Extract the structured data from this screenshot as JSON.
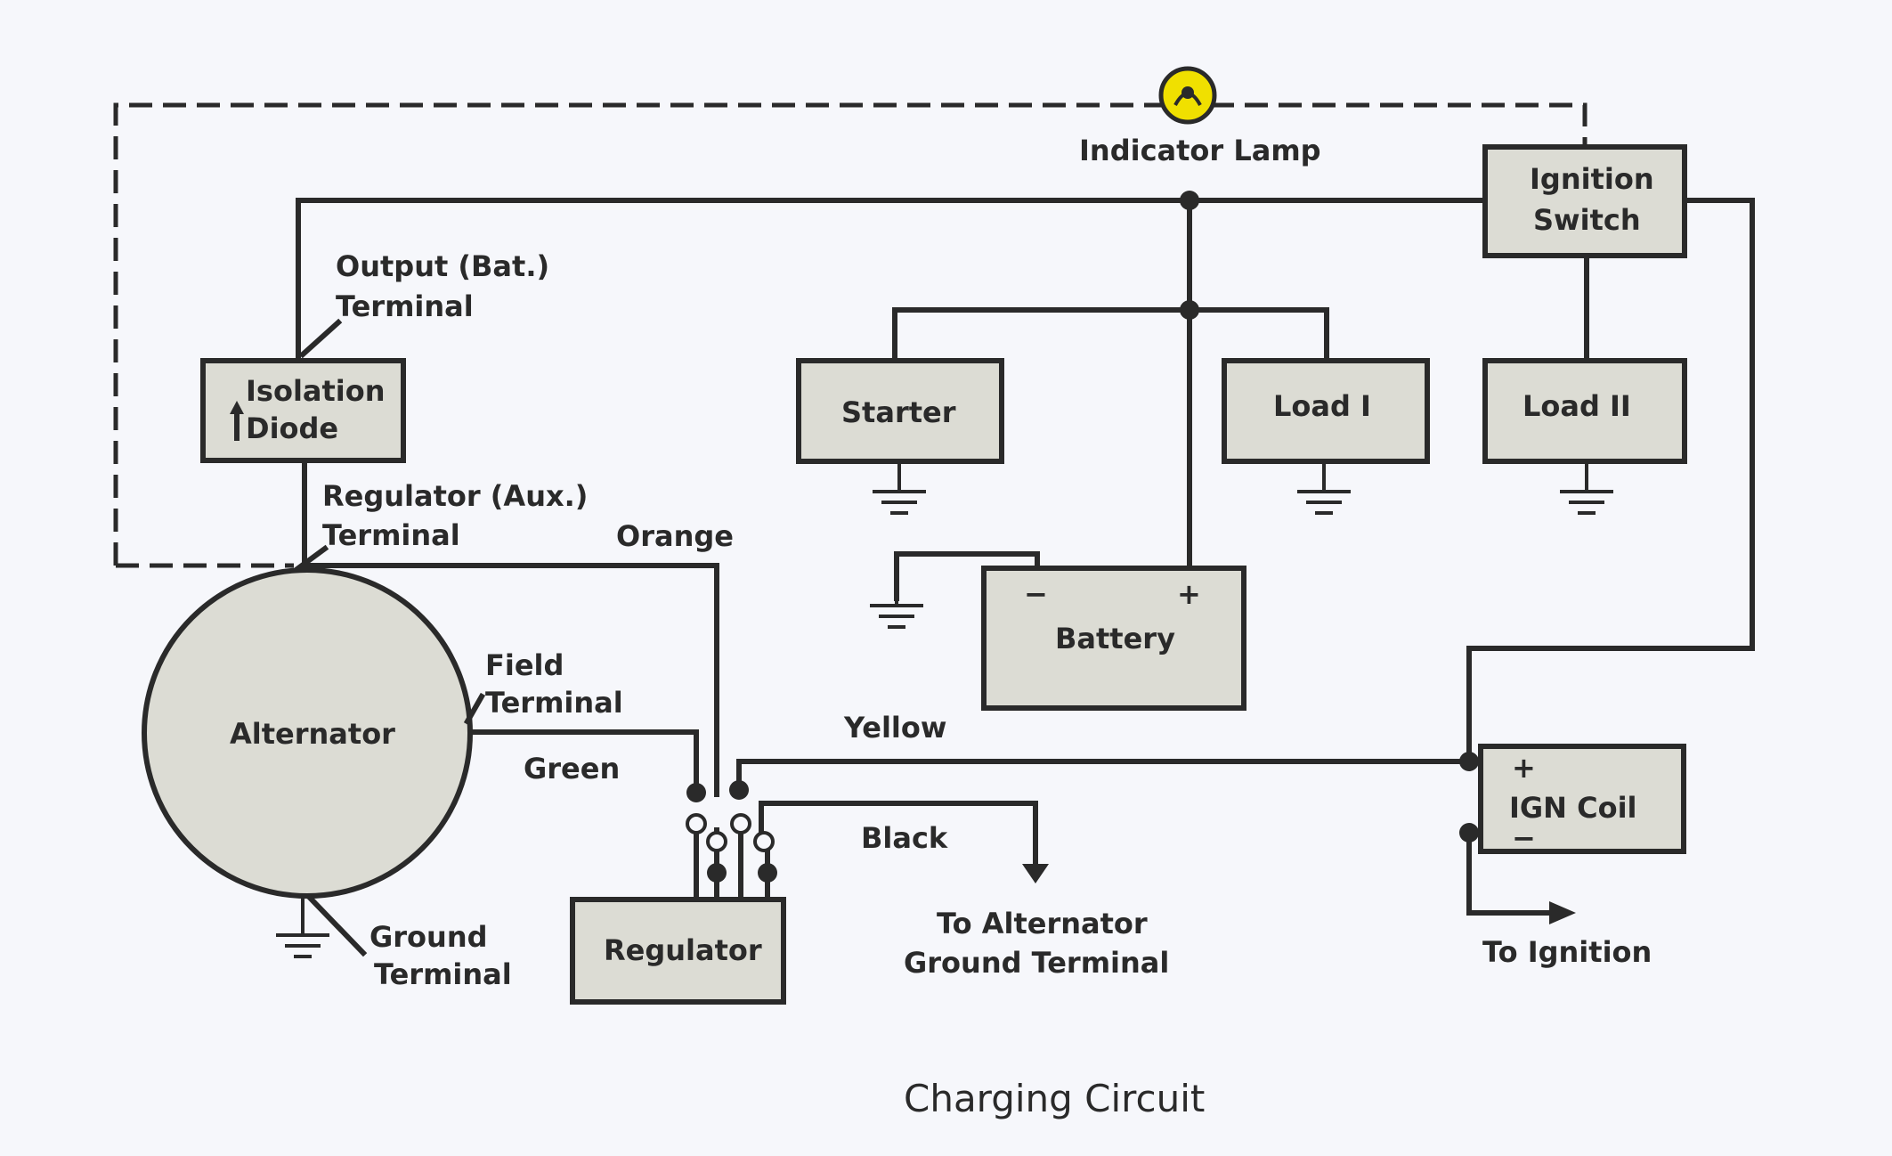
{
  "caption": "Charging Circuit",
  "components": {
    "indicator_lamp": "Indicator Lamp",
    "ignition_switch_line1": "Ignition",
    "ignition_switch_line2": "Switch",
    "isolation_diode_line1": "Isolation",
    "isolation_diode_line2": "Diode",
    "starter": "Starter",
    "load_1": "Load I",
    "load_2": "Load II",
    "battery": "Battery",
    "alternator": "Alternator",
    "regulator": "Regulator",
    "ign_coil": "IGN Coil"
  },
  "labels": {
    "output_line1": "Output (Bat.)",
    "output_line2": "Terminal",
    "regulator_aux_line1": "Regulator (Aux.)",
    "regulator_aux_line2": "Terminal",
    "orange": "Orange",
    "field_line1": "Field",
    "field_line2": "Terminal",
    "green": "Green",
    "yellow": "Yellow",
    "black": "Black",
    "ground_line1": "Ground",
    "ground_line2": "Terminal",
    "to_alt_ground_line1": "To Alternator",
    "to_alt_ground_line2": "Ground Terminal",
    "to_ignition": "To Ignition"
  },
  "symbols": {
    "battery_minus": "−",
    "battery_plus": "+",
    "coil_plus": "+",
    "coil_minus": "−"
  },
  "colors": {
    "lamp_fill": "#f0e000",
    "ink": "#2a2a2a",
    "box_fill": "#dcdcd4",
    "background": "#f6f7fb"
  }
}
